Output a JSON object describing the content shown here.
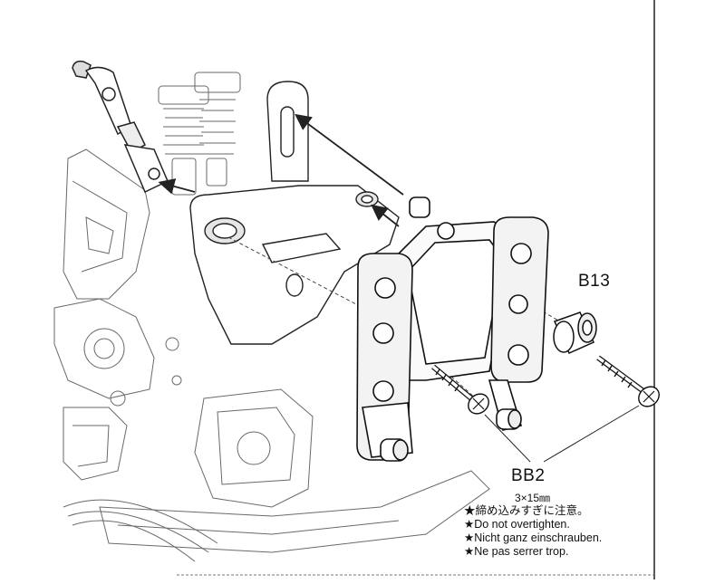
{
  "labels": {
    "b13": "B13",
    "bb2": "BB2",
    "bb2_size": "3×15㎜"
  },
  "notes": [
    "★締め込みすぎに注意。",
    "★Do not overtighten.",
    "★Nicht ganz einschrauben.",
    "★Ne pas serrer trop."
  ],
  "colors": {
    "line": "#222222",
    "shade": "#d9d9d9",
    "arrow": "#333333"
  },
  "icons": [
    "screw-icon",
    "collar-icon",
    "arrow-icon"
  ]
}
